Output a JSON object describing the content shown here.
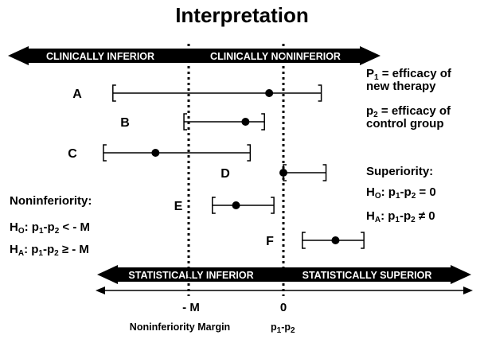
{
  "title": "Interpretation",
  "bands": {
    "top_left": "CLINICALLY INFERIOR",
    "top_right": "CLINICALLY NONINFERIOR",
    "bottom_left": "STATISTICALLY INFERIOR",
    "bottom_right": "STATISTICALLY SUPERIOR"
  },
  "definitions": {
    "p1_var": "P",
    "p1_sub": "1",
    "p1_line1": " = efficacy of",
    "p1_line2": "new therapy",
    "p2_var": "p",
    "p2_sub": "2",
    "p2_line1": " = efficacy of",
    "p2_line2": "control group"
  },
  "superiority": {
    "heading": "Superiority:",
    "h0_var": "H",
    "h0_sub": "O",
    "h0_rest": ": p",
    "h0_s1": "1",
    "h0_dash": "-p",
    "h0_s2": "2",
    "h0_rel": " = 0",
    "ha_var": "H",
    "ha_sub": "A",
    "ha_rest": ": p",
    "ha_s1": "1",
    "ha_dash": "-p",
    "ha_s2": "2",
    "ha_rel": " ≠ 0"
  },
  "noninferiority": {
    "heading": "Noninferiority:",
    "h0_var": "H",
    "h0_sub": "O",
    "h0_rest": ": p",
    "h0_s1": "1",
    "h0_dash": "-p",
    "h0_s2": "2",
    "h0_rel": " < - M",
    "ha_var": "H",
    "ha_sub": "A",
    "ha_rest": ": p",
    "ha_s1": "1",
    "ha_dash": "-p",
    "ha_s2": "2",
    "ha_rel": " ≥ - M"
  },
  "axis": {
    "tick_m": "- M",
    "tick_0": "0",
    "margin_label": "Noninferiority Margin",
    "diff_var": "p",
    "diff_s1": "1",
    "diff_dash": "-p",
    "diff_s2": "2"
  },
  "intervals": [
    {
      "label": "A",
      "low": -1.8,
      "point": -0.15,
      "high": 0.4
    },
    {
      "label": "B",
      "low": -1.05,
      "point": -0.4,
      "high": -0.2
    },
    {
      "label": "C",
      "low": -1.9,
      "point": -1.35,
      "high": -0.35
    },
    {
      "label": "D",
      "low": 0,
      "point": 0.0,
      "high": 0.45
    },
    {
      "label": "E",
      "low": -0.75,
      "point": -0.5,
      "high": -0.1
    },
    {
      "label": "F",
      "low": 0.2,
      "point": 0.55,
      "high": 0.85
    }
  ],
  "colors": {
    "band": "#000000",
    "band_text": "#ffffff",
    "ink": "#000000"
  }
}
